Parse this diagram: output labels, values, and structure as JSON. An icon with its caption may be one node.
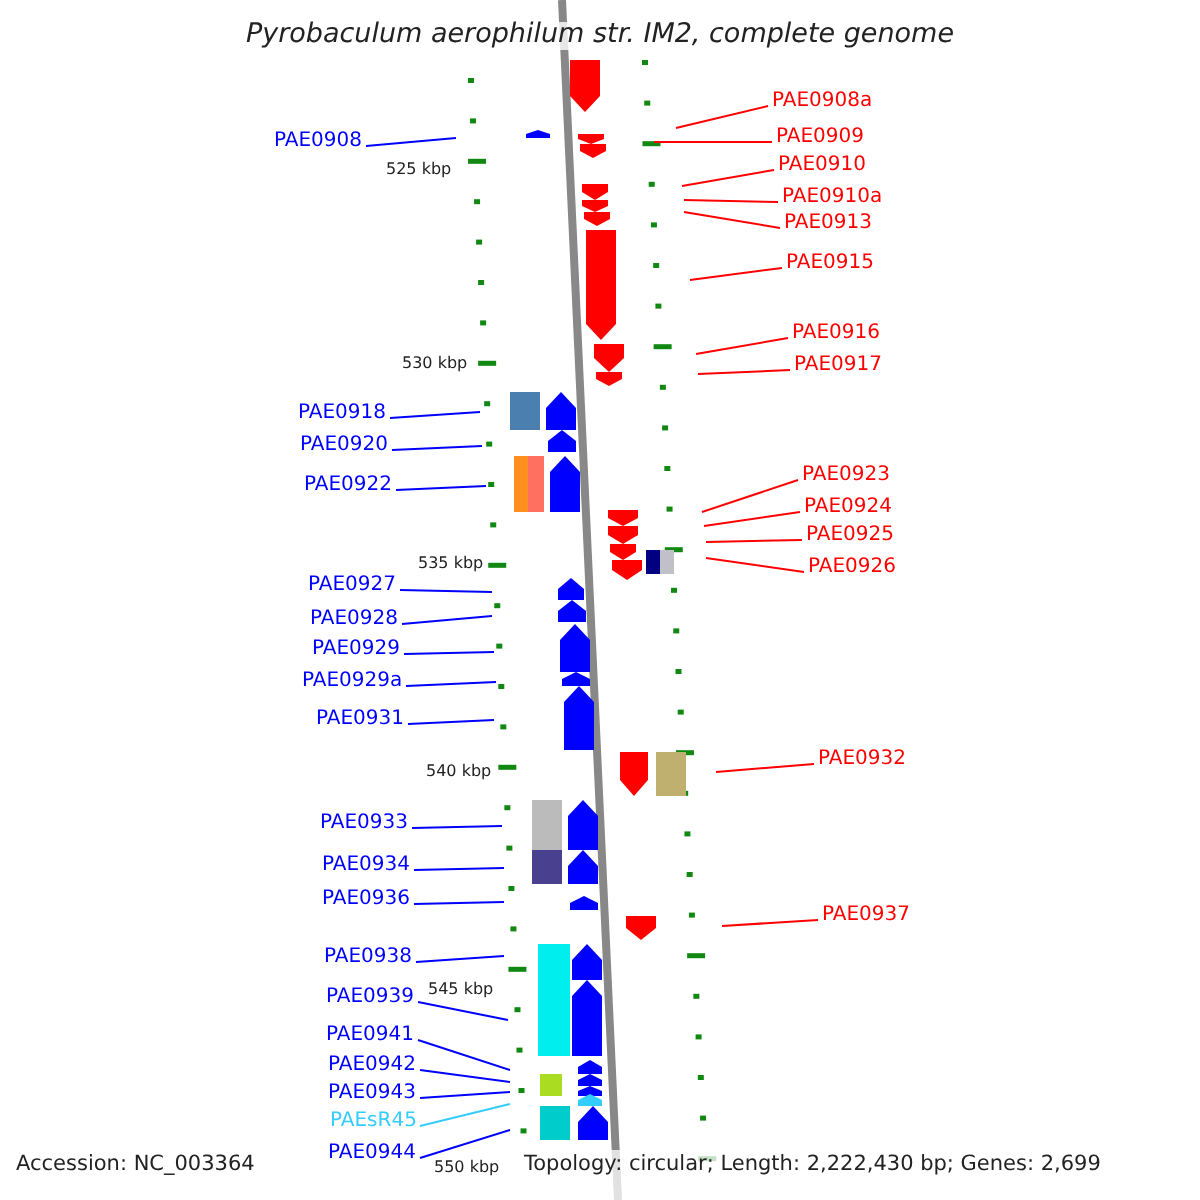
{
  "diagram": {
    "title": "Pyrobaculum aerophilum str. IM2, complete genome",
    "nodes": [
      {
        "text": [
          "PAE0908a"
        ]
      },
      {
        "text": [
          "PAE0909"
        ]
      },
      {
        "text": [
          "PAE0908"
        ]
      },
      {
        "text": [
          "PAE0910"
        ]
      },
      {
        "text": [
          "PAE0910a"
        ]
      },
      {
        "text": [
          "PAE0913"
        ]
      },
      {
        "text": [
          "PAE0915"
        ]
      },
      {
        "text": [
          "PAE0916"
        ]
      },
      {
        "text": [
          "PAE0917"
        ]
      },
      {
        "text": [
          "PAE0918"
        ]
      },
      {
        "text": [
          "PAE0920"
        ]
      },
      {
        "text": [
          "PAE0923"
        ]
      },
      {
        "text": [
          "PAE0922"
        ]
      },
      {
        "text": [
          "PAE0924"
        ]
      },
      {
        "text": [
          "PAE0925"
        ]
      },
      {
        "text": [
          "PAE0926"
        ]
      },
      {
        "text": [
          "PAE0927"
        ]
      },
      {
        "text": [
          "PAE0928"
        ]
      },
      {
        "text": [
          "PAE0929"
        ]
      },
      {
        "text": [
          "PAE0929a"
        ]
      },
      {
        "text": [
          "PAE0931"
        ]
      },
      {
        "text": [
          "PAE0932"
        ]
      },
      {
        "text": [
          "PAE0933"
        ]
      },
      {
        "text": [
          "PAE0934"
        ]
      },
      {
        "text": [
          "PAE0936"
        ]
      },
      {
        "text": [
          "PAE0937"
        ]
      },
      {
        "text": [
          "PAE0938"
        ]
      },
      {
        "text": [
          "PAE0939"
        ]
      },
      {
        "text": [
          "PAE0941"
        ]
      },
      {
        "text": [
          "PAE0942"
        ]
      },
      {
        "text": [
          "PAE0943"
        ]
      },
      {
        "text": [
          "PAEsR45"
        ]
      },
      {
        "text": [
          "PAE0944"
        ]
      }
    ],
    "edges": [
      {
        "from": 0,
        "to": null,
        "arrow": "none",
        "color": "#ff0000"
      },
      {
        "from": 1,
        "to": null,
        "arrow": "none",
        "color": "#ff0000"
      },
      {
        "from": 2,
        "to": null,
        "arrow": "none"
      },
      {
        "from": 3,
        "to": null,
        "arrow": "none",
        "color": "#ff0000"
      },
      {
        "from": 4,
        "to": null,
        "arrow": "none",
        "color": "#ff0000"
      },
      {
        "from": 5,
        "to": null,
        "arrow": "none",
        "color": "#ff0000"
      },
      {
        "from": 6,
        "to": null,
        "arrow": "none",
        "color": "#ff0000"
      },
      {
        "from": 7,
        "to": null,
        "arrow": "none",
        "color": "#ff0000"
      },
      {
        "from": 8,
        "to": null,
        "arrow": "none",
        "color": "#ff0000"
      },
      {
        "from": 9,
        "to": null,
        "arrow": "none"
      },
      {
        "from": 10,
        "to": null,
        "arrow": "none"
      },
      {
        "from": 11,
        "to": null,
        "arrow": "none",
        "color": "#ff0000"
      },
      {
        "from": 12,
        "to": null,
        "arrow": "none"
      },
      {
        "from": 13,
        "to": null,
        "arrow": "none",
        "color": "#ff0000"
      },
      {
        "from": 14,
        "to": null,
        "arrow": "none",
        "color": "#ff0000"
      },
      {
        "from": 15,
        "to": null,
        "arrow": "none",
        "color": "#ff0000"
      },
      {
        "from": 16,
        "to": null,
        "arrow": "none"
      },
      {
        "from": 17,
        "to": null,
        "arrow": "none"
      },
      {
        "from": 18,
        "to": null,
        "arrow": "none"
      },
      {
        "from": 19,
        "to": null,
        "arrow": "none"
      },
      {
        "from": 20,
        "to": null,
        "arrow": "none"
      },
      {
        "from": 21,
        "to": null,
        "arrow": "none",
        "color": "#ff0000"
      },
      {
        "from": 22,
        "to": null,
        "arrow": "none"
      },
      {
        "from": 23,
        "to": null,
        "arrow": "none"
      },
      {
        "from": 24,
        "to": null,
        "arrow": "none"
      },
      {
        "from": 25,
        "to": null,
        "arrow": "none",
        "color": "#ff0000"
      },
      {
        "from": 26,
        "to": null,
        "arrow": "none"
      },
      {
        "from": 27,
        "to": null,
        "arrow": "none"
      },
      {
        "from": 28,
        "to": null,
        "arrow": "none"
      },
      {
        "from": 29,
        "to": null,
        "arrow": "none"
      },
      {
        "from": 30,
        "to": null,
        "arrow": "none"
      },
      {
        "from": 31,
        "to": null,
        "arrow": "none",
        "color": "#33ccff"
      },
      {
        "from": 32,
        "to": null,
        "arrow": "none"
      }
    ],
    "labels": [
      "525 kbp",
      "530 kbp",
      "535 kbp",
      "540 kbp",
      "545 kbp",
      "550 kbp",
      "Accession: NC_003364",
      "Topology: circular; Length: 2,222,430 bp; Genes: 2,699"
    ]
  }
}
